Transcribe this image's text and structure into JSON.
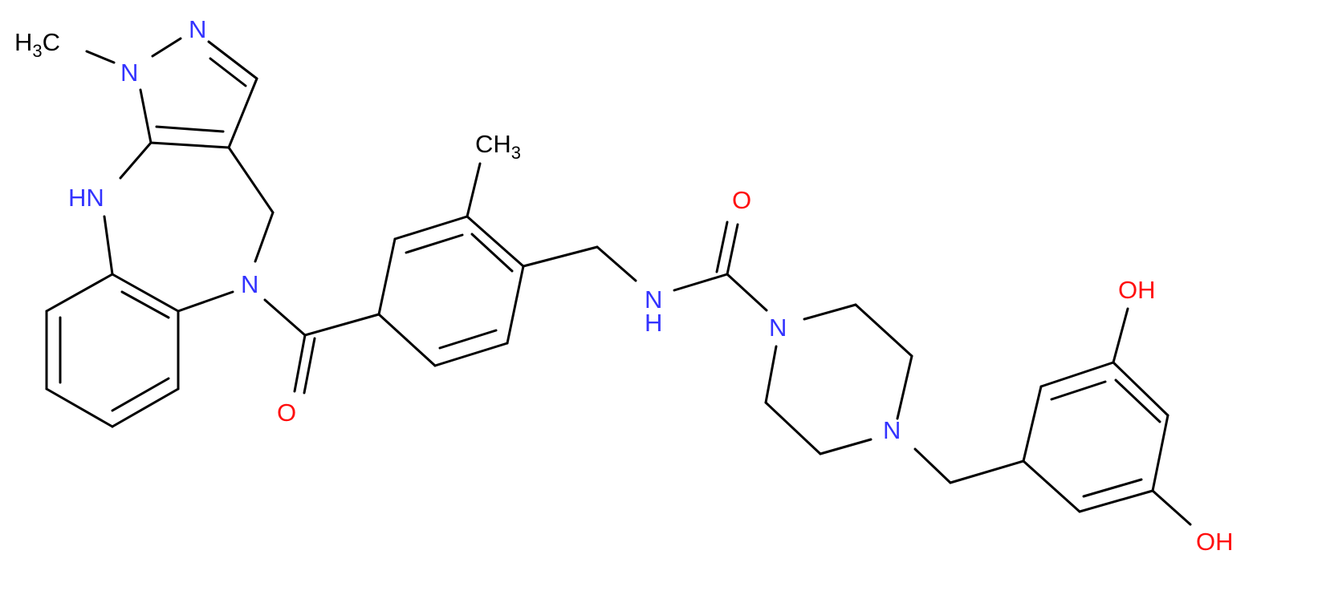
{
  "colors": {
    "bond": "#000000",
    "carbon_label": "#000000",
    "nitrogen": "#3333ff",
    "oxygen": "#ff0d0d"
  },
  "labels": {
    "n_methyl": {
      "main": "H",
      "sub": "3",
      "tail": "C"
    },
    "n1": "N",
    "n2": "N",
    "nh_ring": "HN",
    "n_amide_ring": "N",
    "o_carbonyl_left": "O",
    "ar_methyl": {
      "main": "CH",
      "sub": "3"
    },
    "o_carbonyl_right": "O",
    "nh_amide": {
      "n": "N",
      "h": "H"
    },
    "pip_n1": "N",
    "pip_n4": "N",
    "oh_top": "OH",
    "oh_bottom": "OH"
  }
}
